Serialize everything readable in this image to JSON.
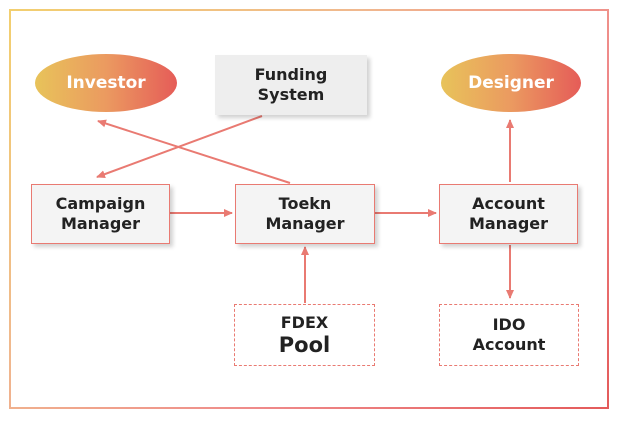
{
  "nodes": {
    "investor": "Investor",
    "designer": "Designer",
    "funding_system": [
      "Funding",
      "System"
    ],
    "campaign_manager": [
      "Campaign",
      "Manager"
    ],
    "token_manager": [
      "Toekn",
      "Manager"
    ],
    "account_manager": [
      "Account",
      "Manager"
    ],
    "fdex_pool": [
      "FDEX",
      "Pool"
    ],
    "ido_account": [
      "IDO",
      "Account"
    ]
  },
  "colors": {
    "arrow": "#e97a72",
    "box_border": "#e97a72",
    "oval_start": "#e8c35a",
    "oval_end": "#e55c58"
  }
}
